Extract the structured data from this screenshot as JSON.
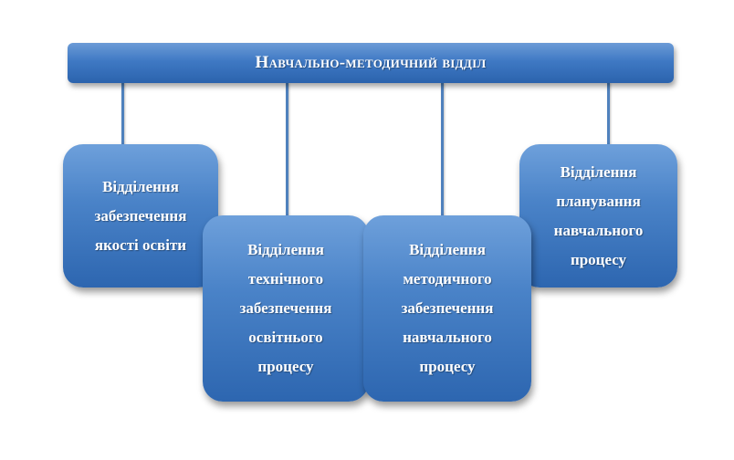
{
  "diagram": {
    "header": {
      "title": "Навчально-методичний відділ"
    },
    "departments": [
      {
        "label": "Відділення\nзабезпечення\nякості освіти"
      },
      {
        "label": "Відділення\nтехнічного\nзабезпечення\nосвітнього\nпроцесу"
      },
      {
        "label": "Відділення\nметодичного\nзабезпечення\nнавчального\nпроцесу"
      },
      {
        "label": "Відділення\nпланування\nнавчального\nпроцесу"
      }
    ],
    "colors": {
      "box_fill": "#4a83c8",
      "connector": "#4f81bd",
      "text": "#ffffff"
    }
  }
}
